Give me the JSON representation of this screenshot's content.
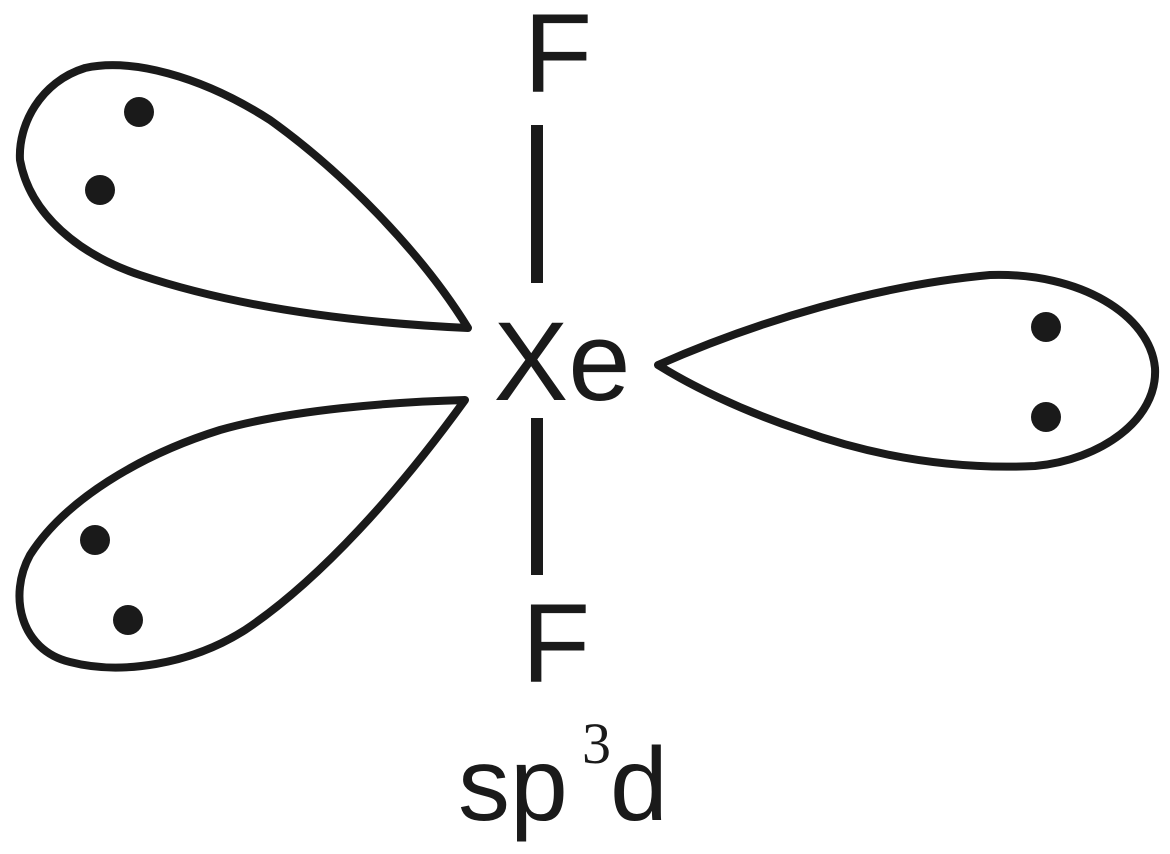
{
  "molecule": {
    "central_atom": "Xe",
    "top_atom": "F",
    "bottom_atom": "F"
  },
  "hybridization": {
    "base": "sp",
    "superscript": "3",
    "suffix": "d"
  },
  "lone_pairs": {
    "count": 3,
    "electrons_per_pair": 2
  },
  "colors": {
    "ink": "#1a1a1a",
    "background": "#ffffff"
  }
}
